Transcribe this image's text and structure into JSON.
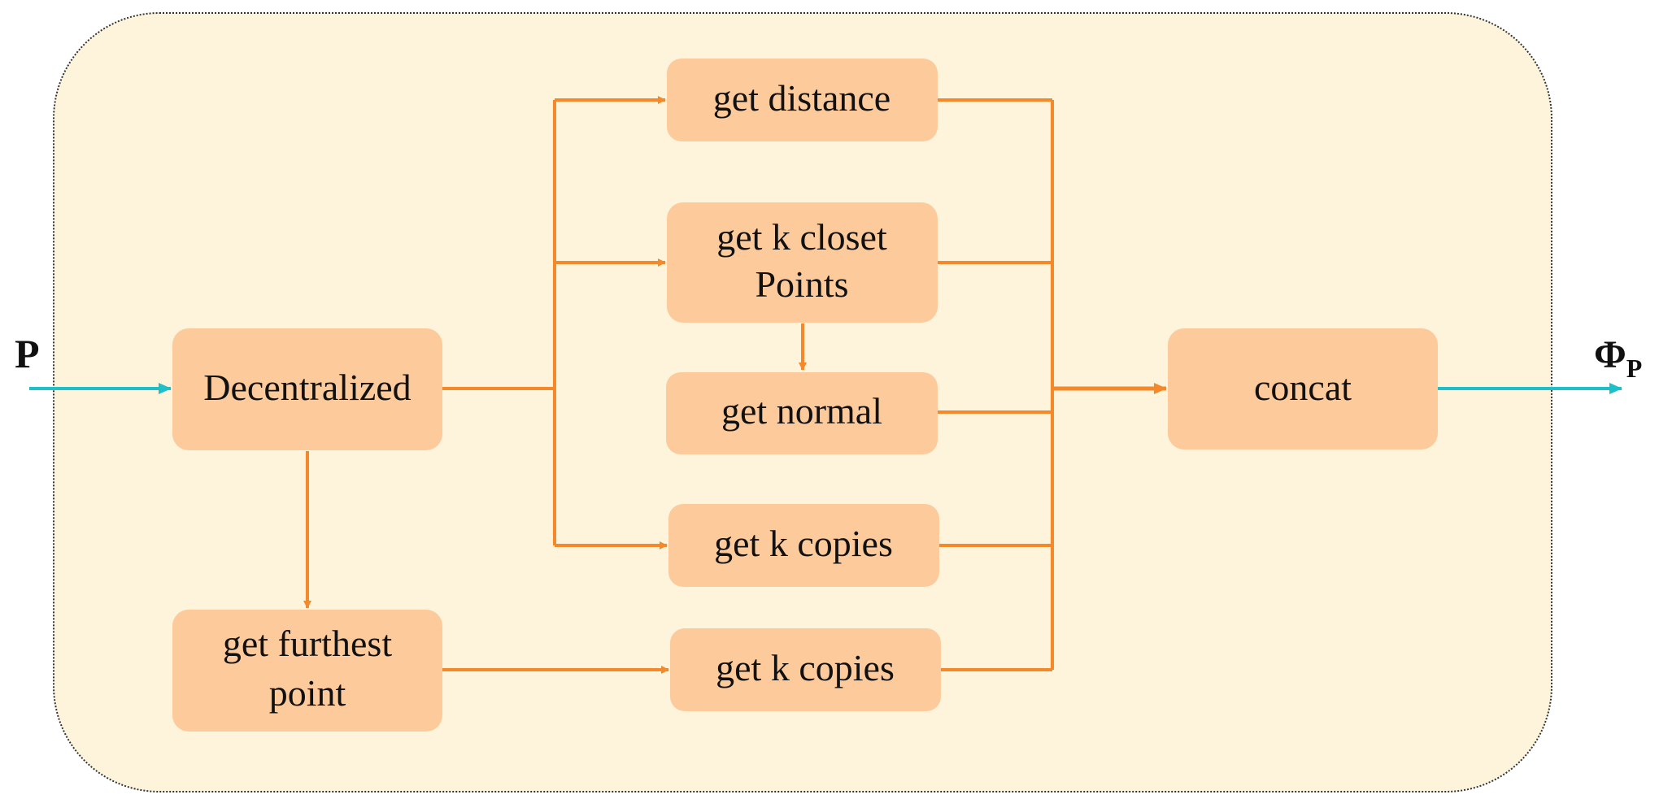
{
  "colors": {
    "panel_fill": "#fef4dc",
    "panel_border": "#333333",
    "node_fill": "#fdcb9b",
    "edge_orange": "#f5892a",
    "edge_cyan": "#1dbfc9",
    "text": "#111111"
  },
  "labels": {
    "input": "P",
    "output_symbol": "Φ",
    "output_subscript": "P"
  },
  "nodes": {
    "decentralized": {
      "lines": [
        "Decentralized"
      ]
    },
    "get_furthest_point": {
      "lines": [
        "get furthest",
        "point"
      ]
    },
    "get_distance": {
      "lines": [
        "get distance"
      ]
    },
    "get_k_closet_points": {
      "lines": [
        "get k closet",
        "Points"
      ]
    },
    "get_normal": {
      "lines": [
        "get normal"
      ]
    },
    "get_k_copies_1": {
      "lines": [
        "get k copies"
      ]
    },
    "get_k_copies_2": {
      "lines": [
        "get k copies"
      ]
    },
    "concat": {
      "lines": [
        "concat"
      ]
    }
  }
}
